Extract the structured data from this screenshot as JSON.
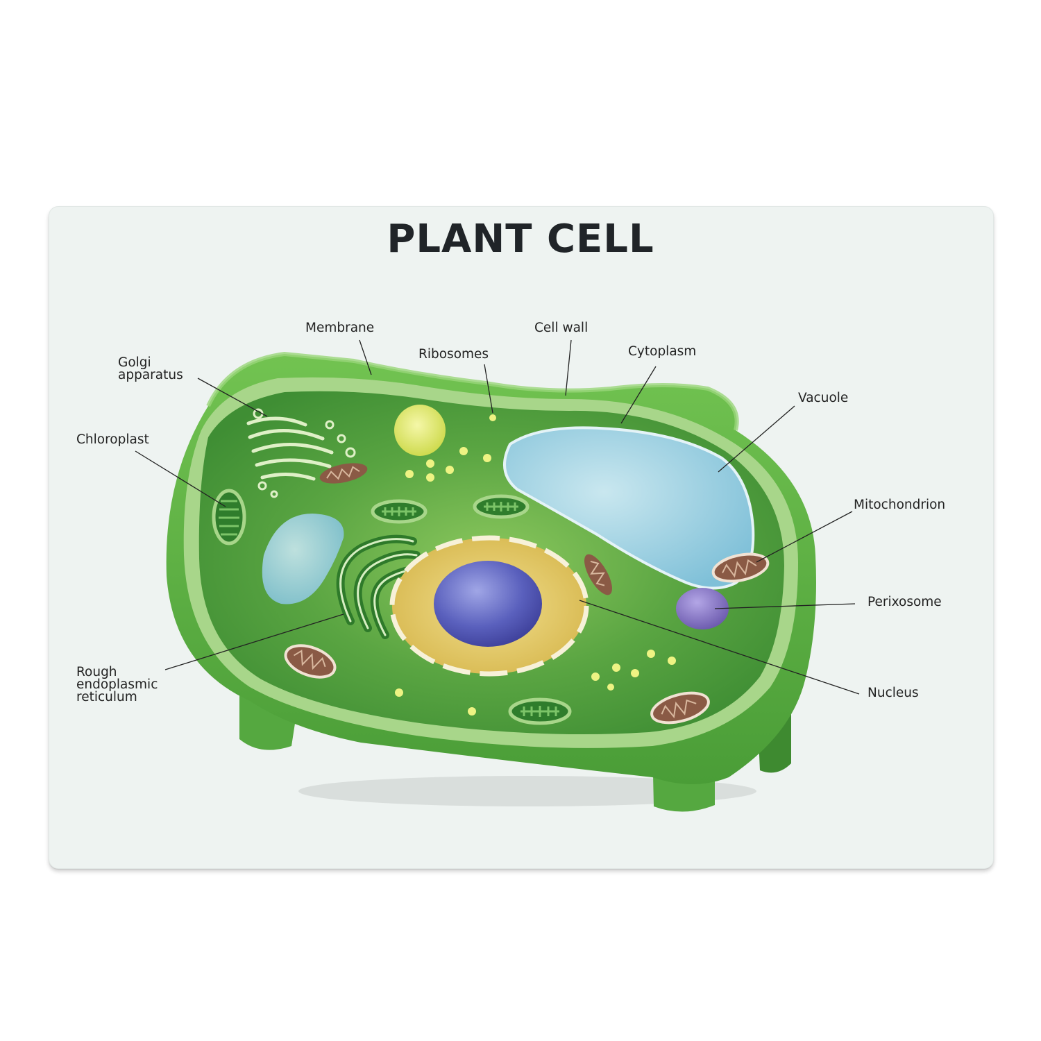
{
  "title": "PLANT CELL",
  "labels": {
    "membrane": "Membrane",
    "cell_wall": "Cell wall",
    "ribosomes": "Ribosomes",
    "cytoplasm": "Cytoplasm",
    "golgi": "Golgi\napparatus",
    "vacuole": "Vacuole",
    "chloroplast": "Chloroplast",
    "mitochondrion": "Mitochondrion",
    "perixosome": "Perixosome",
    "rough_er": "Rough\nendoplasmic\nreticulum",
    "nucleus": "Nucleus"
  },
  "colors": {
    "board": "#eef3f1",
    "cell_wall": "#5fb84a",
    "cytoplasm": "#4f9e3d",
    "vacuole": "#a6d6e6",
    "nucleus_envelope": "#e2c45a",
    "nucleolus": "#6a6fc4",
    "perixosome": "#8a78c6",
    "mitochondrion": "#8a5a45",
    "ribosome": "#e8ee7a"
  }
}
